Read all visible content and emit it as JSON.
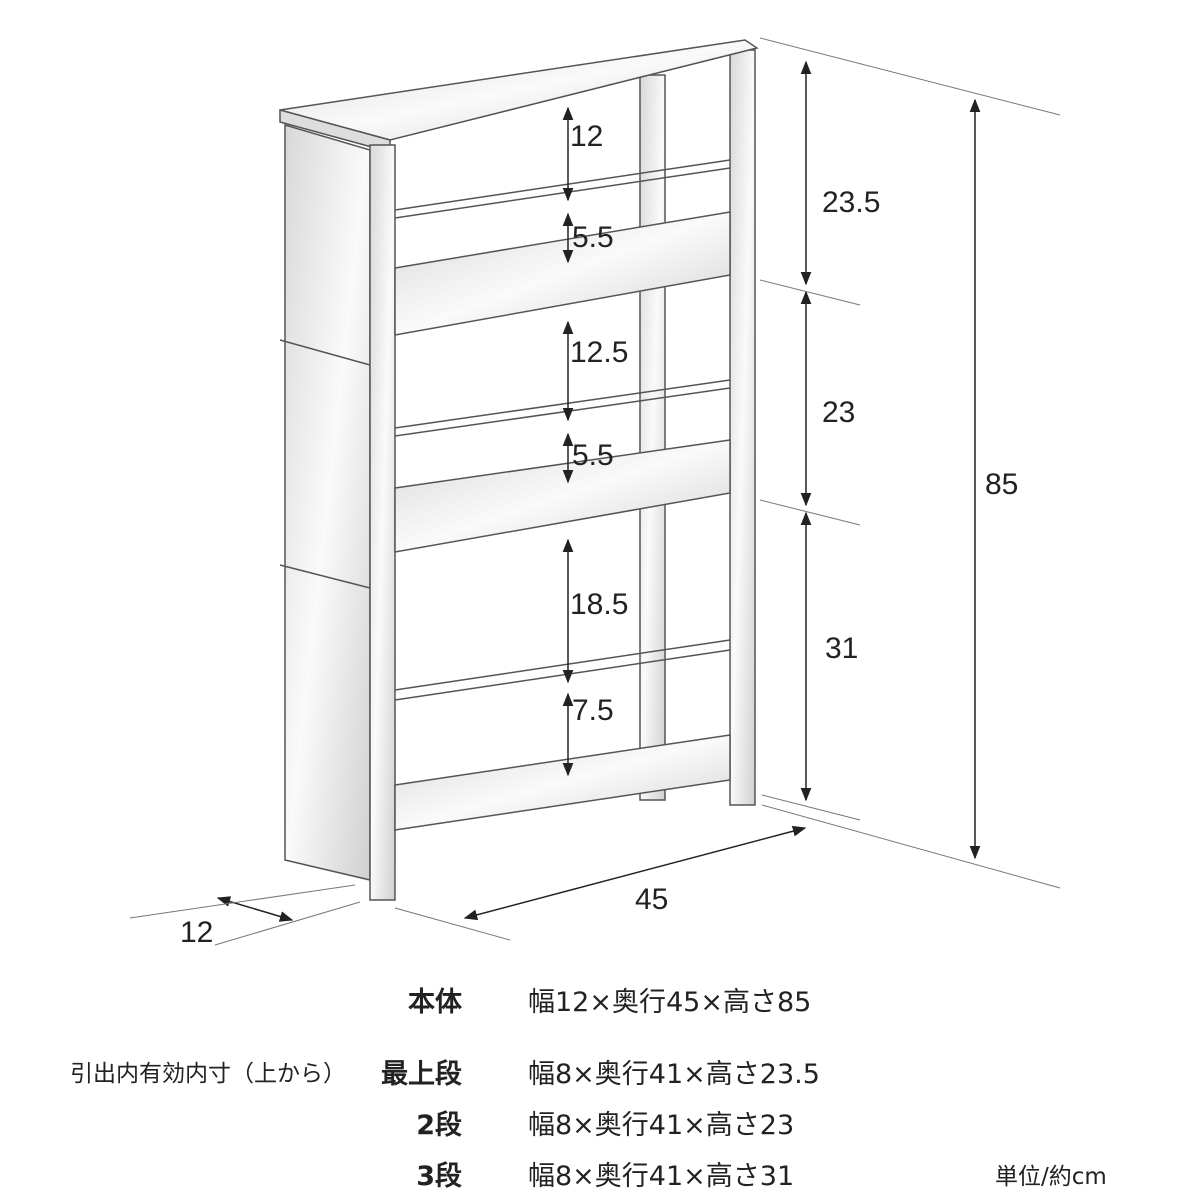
{
  "diagram": {
    "labels": {
      "top_gap": "12",
      "top_tray": "5.5",
      "top_height": "23.5",
      "mid_gap": "12.5",
      "mid_tray": "5.5",
      "mid_height": "23",
      "bottom_gap": "18.5",
      "bottom_tray": "7.5",
      "bottom_height": "31",
      "total_height": "85",
      "depth": "45",
      "width": "12"
    },
    "colors": {
      "line": "#555555",
      "panel": "#e6e6e6",
      "panel_light": "#f7f7f7"
    }
  },
  "specs": {
    "body_label": "本体",
    "body_value": "幅12×奥行45×高さ85",
    "inner_caption": "引出内有効内寸（上から）",
    "rows": [
      {
        "label": "最上段",
        "value": "幅8×奥行41×高さ23.5"
      },
      {
        "label": "2段",
        "value": "幅8×奥行41×高さ23"
      },
      {
        "label": "3段",
        "value": "幅8×奥行41×高さ31"
      }
    ],
    "unit": "単位/約cm"
  }
}
